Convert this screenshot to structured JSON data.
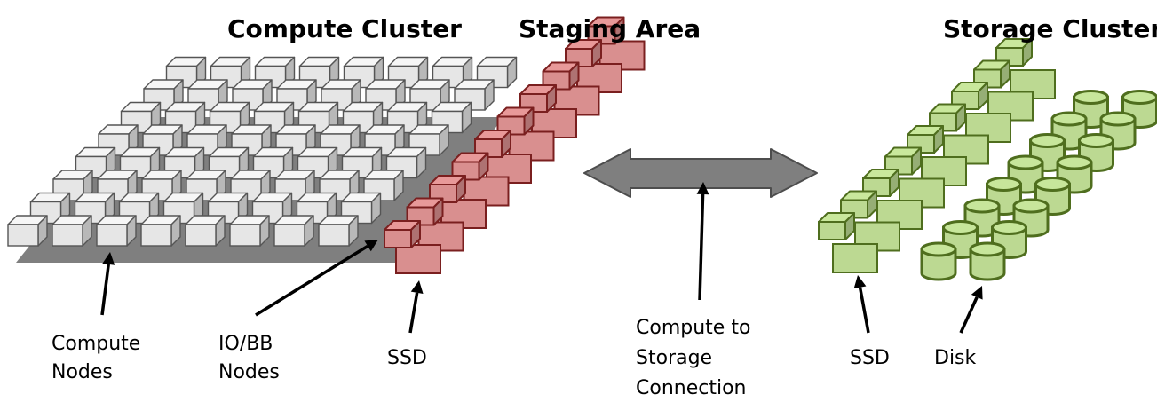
{
  "titles": {
    "compute_cluster": "Compute Cluster",
    "staging_area": "Staging Area",
    "storage_cluster": "Storage Cluster"
  },
  "labels": {
    "compute_nodes_line1": "Compute",
    "compute_nodes_line2": "Nodes",
    "io_bb_line1": "IO/BB",
    "io_bb_line2": "Nodes",
    "staging_ssd": "SSD",
    "connection_line1": "Compute to",
    "connection_line2": "Storage",
    "connection_line3": "Connection",
    "storage_ssd": "SSD",
    "disk": "Disk"
  },
  "colors": {
    "compute_node_fill": "#e6e6e6",
    "compute_node_stroke": "#555555",
    "platform": "#7f7f7f",
    "ssd_red_fill": "#d98f8f",
    "ssd_red_stroke": "#7a1f1f",
    "ssd_green_fill": "#bcd992",
    "ssd_green_stroke": "#4f6e1e",
    "connection_arrow": "#7f7f7f"
  },
  "icons": {
    "compute_node": "cube-icon",
    "ssd": "cube-icon",
    "disk": "cylinder-icon"
  }
}
